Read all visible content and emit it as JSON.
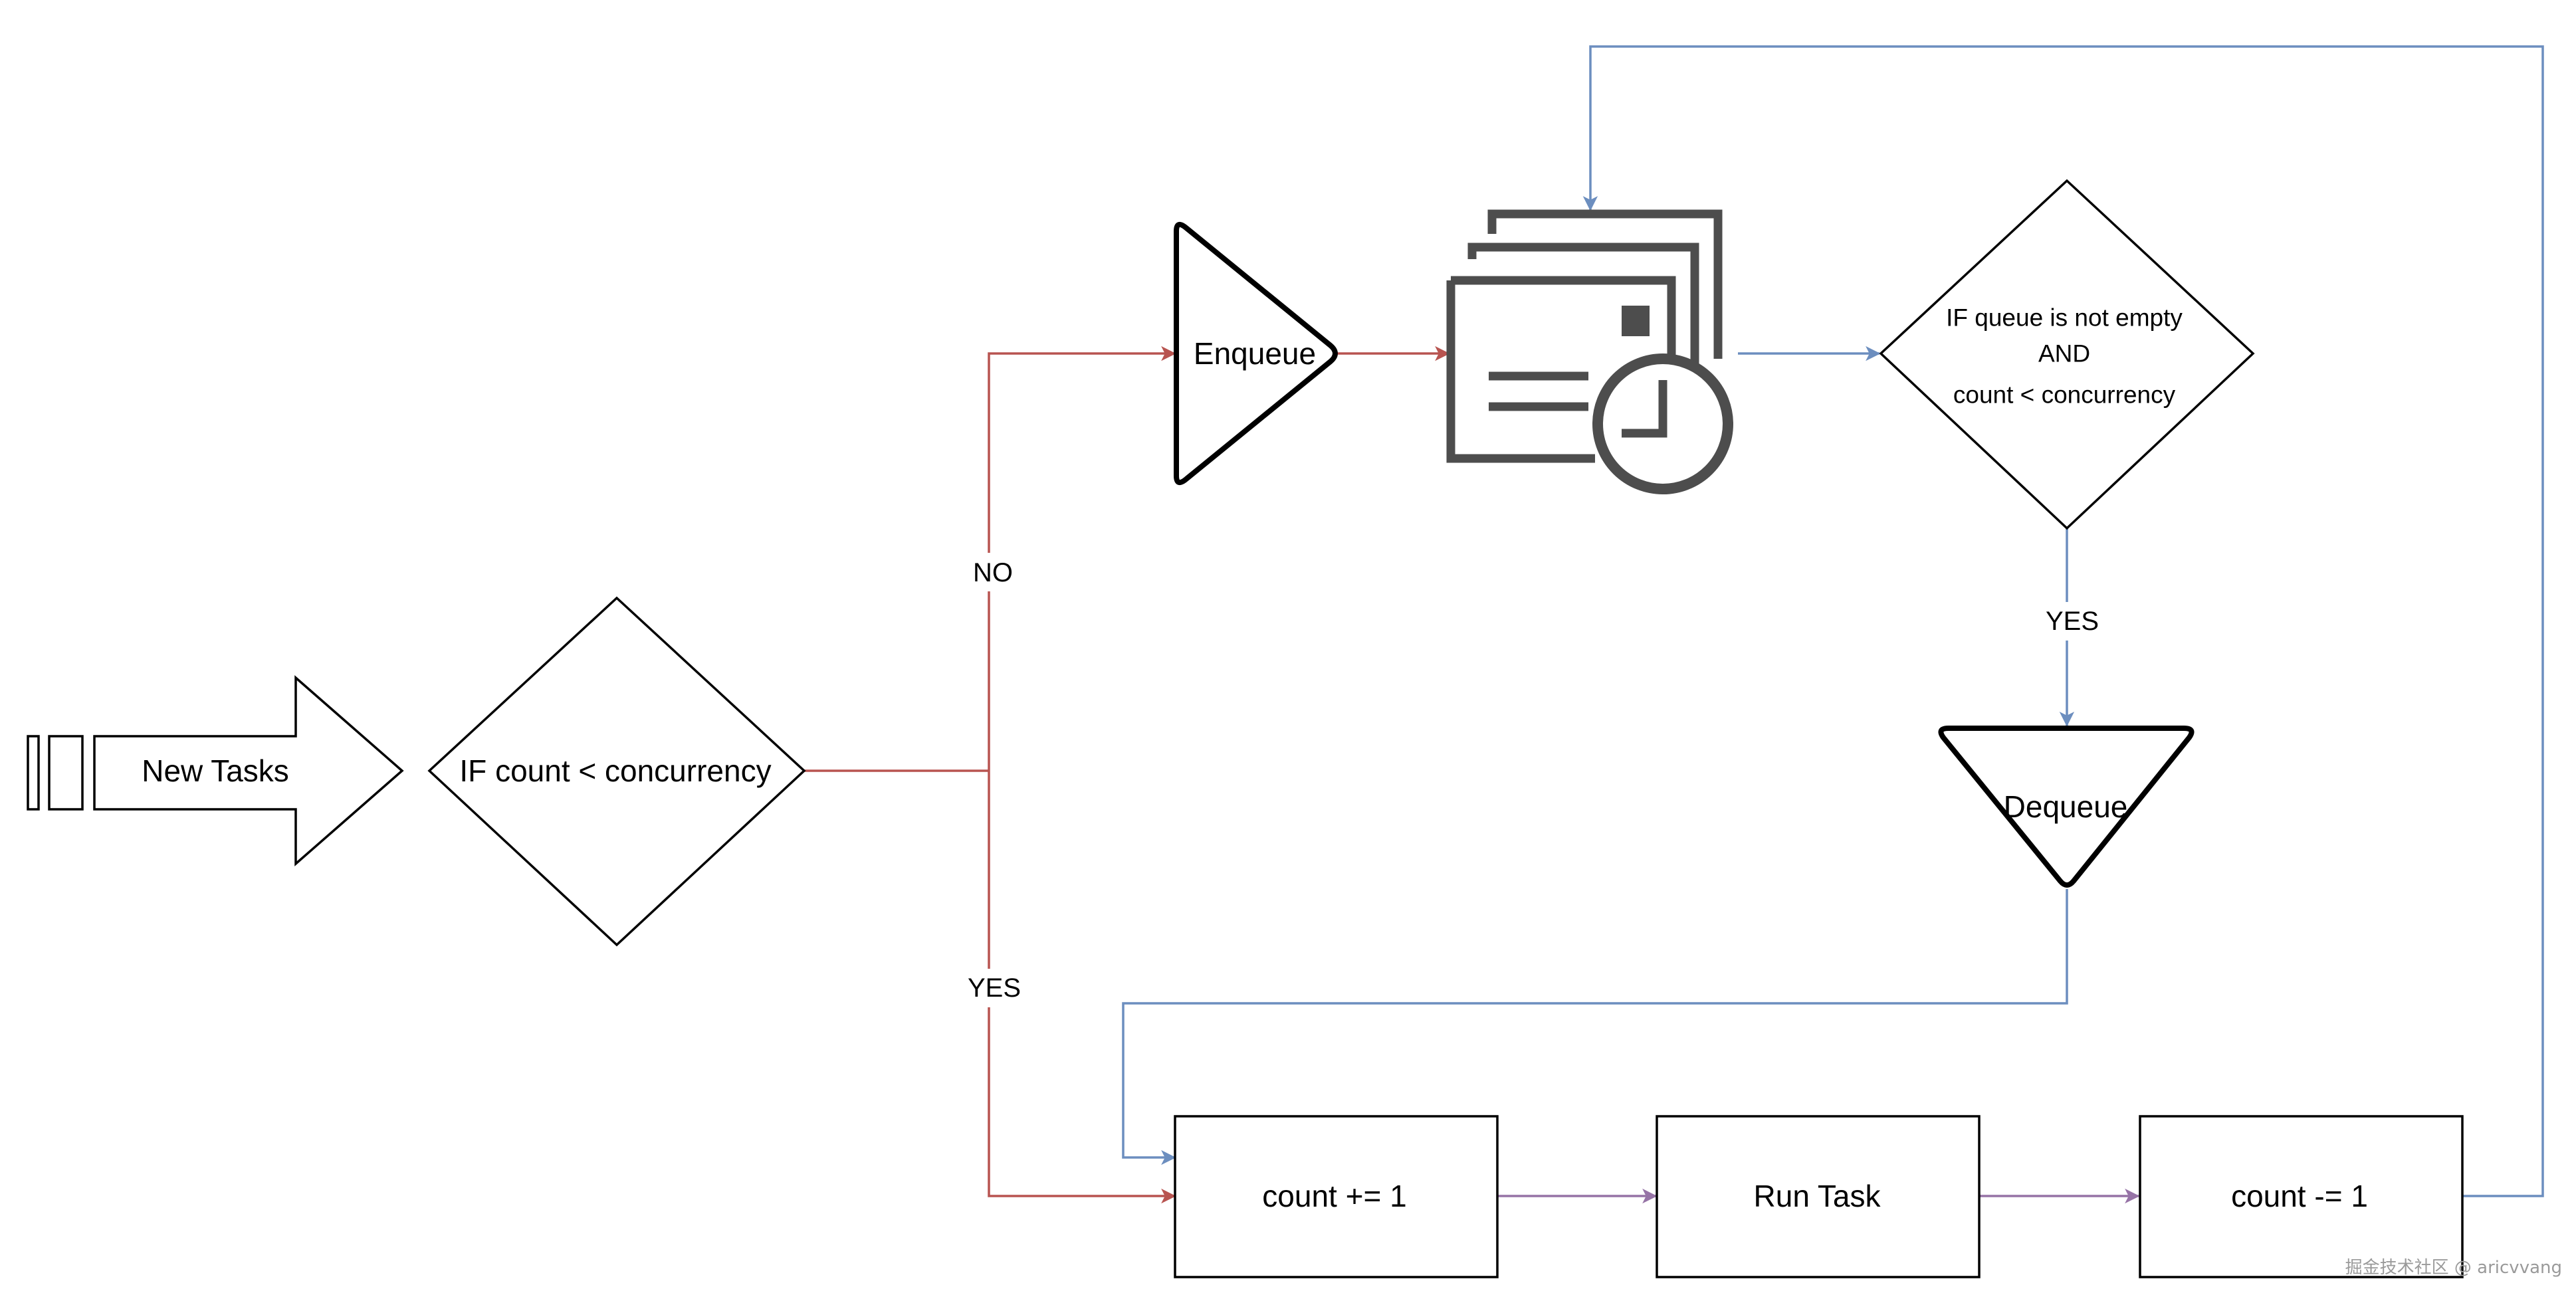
{
  "nodes": {
    "new_tasks": "New Tasks",
    "decision_count": "IF count < concurrency",
    "enqueue": "Enqueue",
    "decision_queue": [
      "IF queue is not empty",
      "AND",
      "count < concurrency"
    ],
    "dequeue": "Dequeue",
    "count_inc": "count += 1",
    "run_task": "Run Task",
    "count_dec": "count -= 1"
  },
  "edges": {
    "no": "NO",
    "yes_lower": "YES",
    "yes_queue": "YES"
  },
  "icons": {
    "queue": "message-queue-icon"
  },
  "watermark": "掘金技术社区 @ aricvvang",
  "colors": {
    "red": "#b85450",
    "blue": "#6c8ebf",
    "purple": "#9673a6",
    "icon": "#4d4d4d"
  }
}
